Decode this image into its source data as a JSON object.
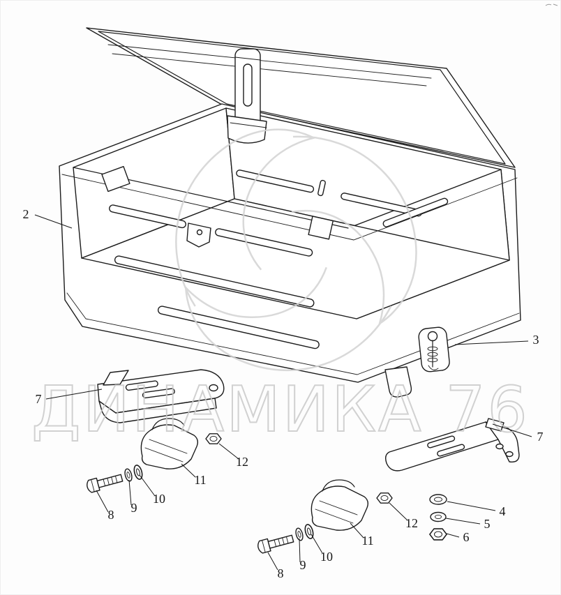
{
  "figure": {
    "background_color": "#fdfdfd",
    "line_color": "#1c1c1c"
  },
  "watermark": {
    "text": "ДИНАМИКА 76",
    "text_color": "#c9c9c9",
    "logo_color": "#d2d2d2"
  },
  "callouts": [
    {
      "label": "2"
    },
    {
      "label": "3"
    },
    {
      "label": "7"
    },
    {
      "label": "7"
    },
    {
      "label": "12"
    },
    {
      "label": "11"
    },
    {
      "label": "10"
    },
    {
      "label": "9"
    },
    {
      "label": "8"
    },
    {
      "label": "12"
    },
    {
      "label": "11"
    },
    {
      "label": "10"
    },
    {
      "label": "9"
    },
    {
      "label": "8"
    },
    {
      "label": "4"
    },
    {
      "label": "5"
    },
    {
      "label": "6"
    }
  ]
}
